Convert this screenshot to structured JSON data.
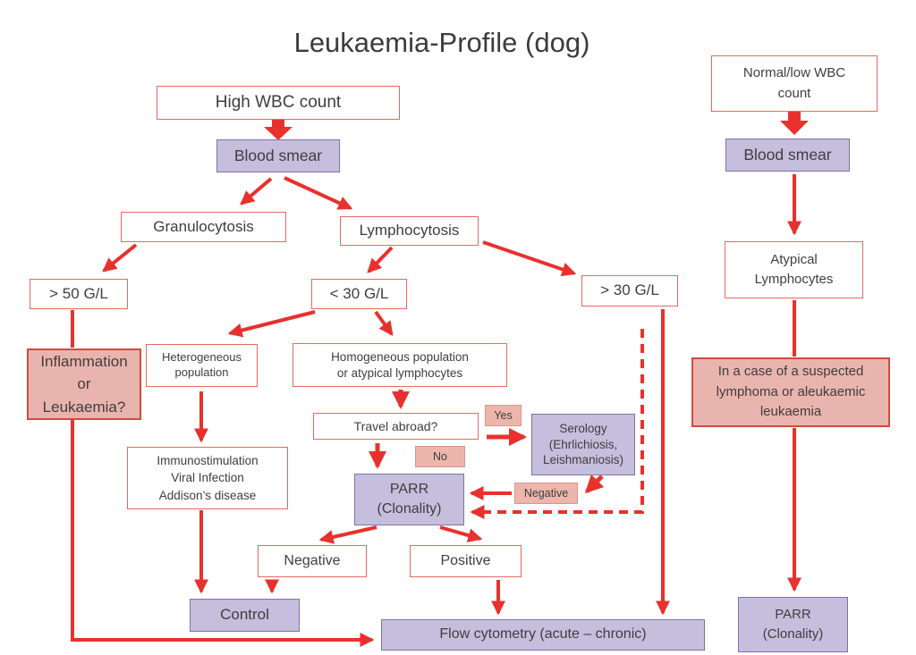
{
  "title": "Leukaemia-Profile (dog)",
  "colors": {
    "red": "#e8312c",
    "box-border": "#e46a61",
    "purple-fill": "#c6bedd",
    "purple-border": "#7d73a6",
    "pink-fill": "#eab4ae",
    "pink-border": "#d04b41",
    "label-fill": "#ecb6ad",
    "label-border": "#dd968c",
    "text": "#3e3e3e"
  },
  "nodes": {
    "high_wbc": {
      "label": "High WBC count"
    },
    "blood_smear_left": {
      "label": "Blood smear"
    },
    "granulocytosis": {
      "label": "Granulocytosis"
    },
    "lymphocytosis": {
      "label": "Lymphocytosis"
    },
    "gt50": {
      "label": "> 50 G/L"
    },
    "lt30": {
      "label": "< 30 G/L"
    },
    "gt30": {
      "label": "> 30 G/L"
    },
    "inflammation": {
      "label": "Inflammation\nor\nLeukaemia?"
    },
    "heterogeneous": {
      "label": "Heterogeneous\npopulation"
    },
    "homogeneous": {
      "label": "Homogeneous population\nor atypical lymphocytes"
    },
    "travel": {
      "label": "Travel abroad?"
    },
    "yes_label": {
      "label": "Yes"
    },
    "serology": {
      "label": "Serology\n(Ehrlichiosis,\nLeishmaniosis)"
    },
    "no_label": {
      "label": "No"
    },
    "parr_left": {
      "label": "PARR\n(Clonality)"
    },
    "negative_label": {
      "label": "Negative"
    },
    "immunostimulation": {
      "label": "Immunostimulation\nViral Infection\nAddison’s disease"
    },
    "negative_box": {
      "label": "Negative"
    },
    "positive_box": {
      "label": "Positive"
    },
    "control": {
      "label": "Control"
    },
    "flow_cytometry": {
      "label": "Flow cytometry (acute – chronic)"
    },
    "normal_wbc": {
      "label": "Normal/low WBC\ncount"
    },
    "blood_smear_right": {
      "label": "Blood smear"
    },
    "atypical": {
      "label": "Atypical\nLymphocytes"
    },
    "suspected": {
      "label": "In a case of a suspected\nlymphoma or aleukaemic\nleukaemia"
    },
    "parr_right": {
      "label": "PARR\n(Clonality)"
    }
  }
}
